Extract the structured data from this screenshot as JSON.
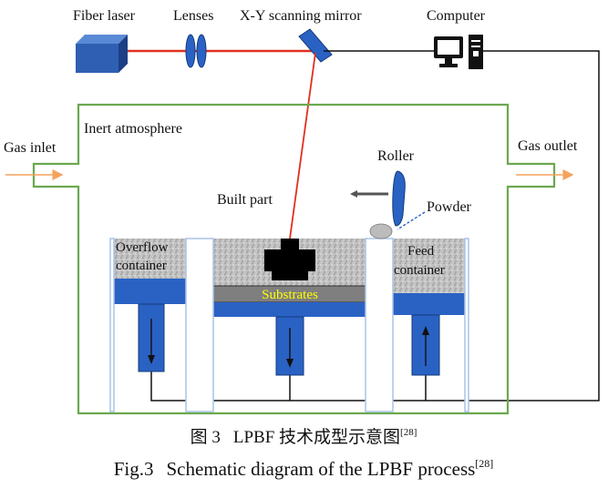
{
  "labels": {
    "fiber_laser": "Fiber laser",
    "lenses": "Lenses",
    "mirror": "X-Y scanning mirror",
    "computer": "Computer",
    "inert": "Inert atmosphere",
    "gas_inlet": "Gas inlet",
    "gas_outlet": "Gas outlet",
    "roller": "Roller",
    "built_part": "Built part",
    "powder": "Powder",
    "overflow_1": "Overflow",
    "overflow_2": "container",
    "feed_1": "Feed",
    "feed_2": "container",
    "substrates": "Substrates"
  },
  "caption": {
    "cn_fig": "图 3",
    "cn_text": "LPBF 技术成型示意图",
    "cn_ref": "[28]",
    "en_fig": "Fig.3",
    "en_text": "Schematic diagram of the LPBF process",
    "en_ref": "[28]"
  },
  "colors": {
    "enclosure": "#6aa84f",
    "laser_beam": "#e0301e",
    "laser_device": "#2f5fb3",
    "piston": "#2a62c4",
    "powder_bed": "#b8b8b8",
    "substrate": "#7f7f7f",
    "substrate_text": "#ffff00",
    "wall": "#a9c4e8",
    "gas_arrow": "#f5a25d"
  }
}
